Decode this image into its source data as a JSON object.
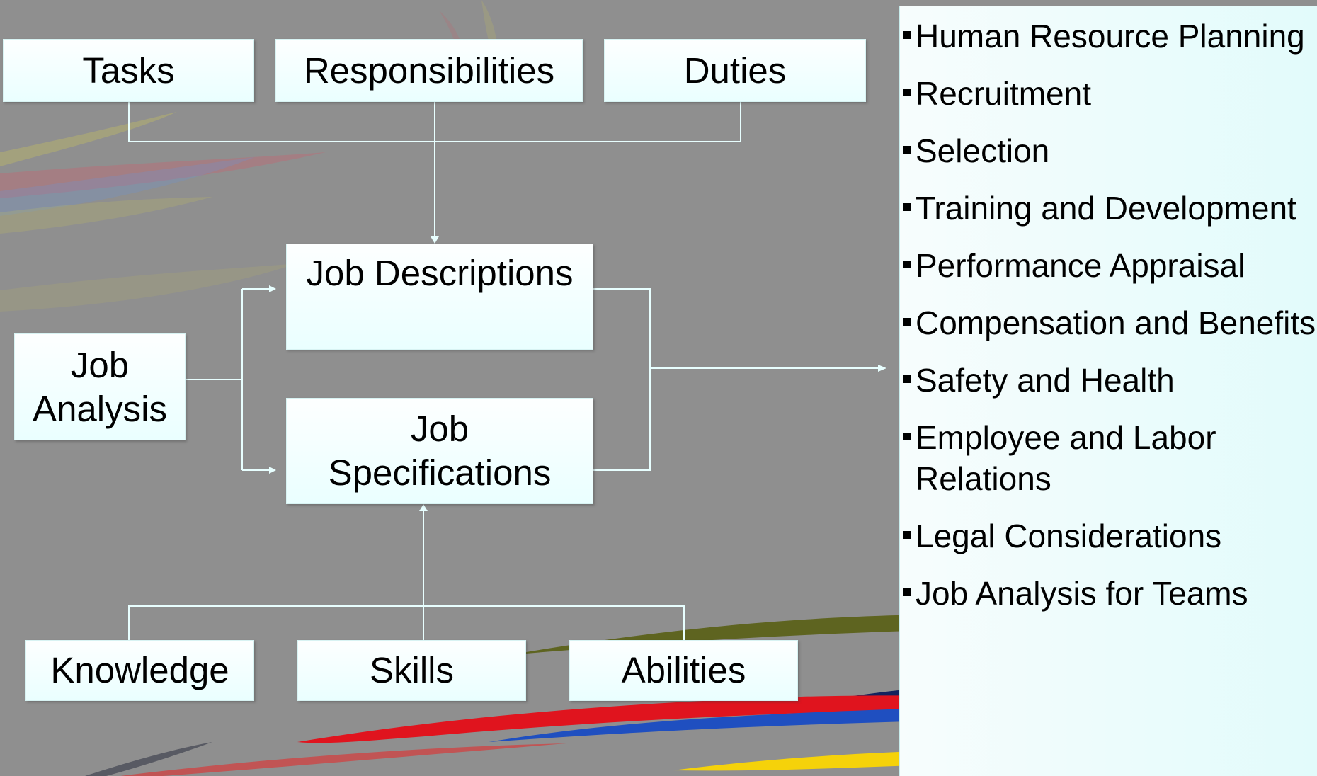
{
  "diagram": {
    "top_boxes": [
      {
        "label": "Tasks"
      },
      {
        "label": "Responsibilities"
      },
      {
        "label": "Duties"
      }
    ],
    "job_descriptions": {
      "label": "Job Descriptions"
    },
    "job_analysis": {
      "label": "Job Analysis"
    },
    "job_specifications": {
      "label": "Job Specifications"
    },
    "bottom_boxes": [
      {
        "label": "Knowledge"
      },
      {
        "label": "Skills"
      },
      {
        "label": "Abilities"
      }
    ]
  },
  "hr_functions": {
    "items": [
      {
        "label": "Human Resource Planning"
      },
      {
        "label": "Recruitment"
      },
      {
        "label": "Selection"
      },
      {
        "label": "Training and Development"
      },
      {
        "label": "Performance Appraisal"
      },
      {
        "label": "Compensation and Benefits"
      },
      {
        "label": "Safety and Health"
      },
      {
        "label": "Employee and Labor Relations"
      },
      {
        "label": "Legal Considerations"
      },
      {
        "label": "Job Analysis for Teams"
      }
    ]
  },
  "colors": {
    "background": "#8f8f8f",
    "box_fill": "#f2ffff",
    "connector": "#e8ffff",
    "stripe_red": "#e0141e",
    "stripe_blue": "#1f4fc0",
    "stripe_yellow": "#f5d20a",
    "stripe_olive": "#5e6420",
    "stripe_navy": "#13235e"
  }
}
